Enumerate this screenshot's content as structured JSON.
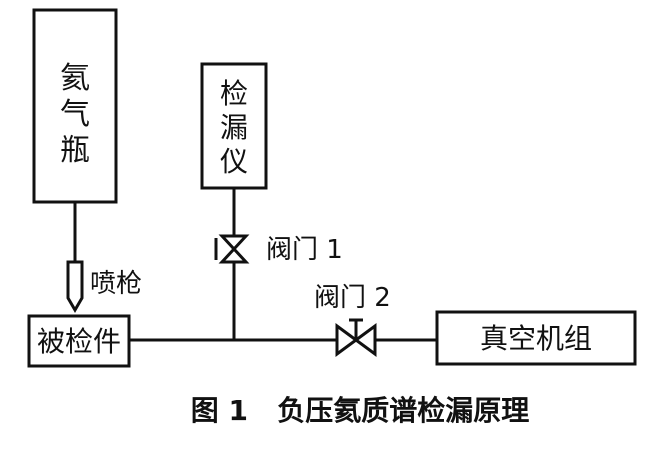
{
  "diagram": {
    "argon_cylinder": [
      "氦",
      "气",
      "瓶"
    ],
    "spray_gun": "喷枪",
    "leak_detector": [
      "检",
      "漏",
      "仪"
    ],
    "valve1_label": "阀门 1",
    "valve2_label": "阀门 2",
    "test_piece": "被检件",
    "vacuum_unit": "真空机组",
    "caption": "图 1   负压氦质谱检漏原理"
  }
}
